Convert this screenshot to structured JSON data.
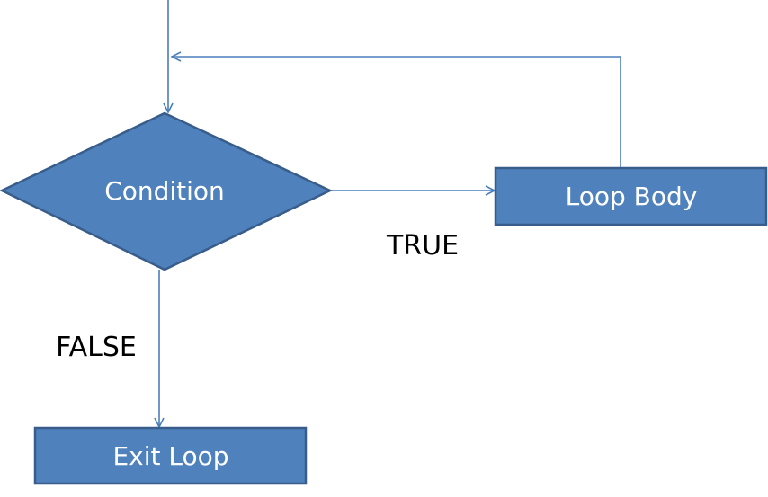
{
  "diagram": {
    "nodes": {
      "condition": "Condition",
      "loop_body": "Loop Body",
      "exit_loop": "Exit Loop"
    },
    "edge_labels": {
      "true": "TRUE",
      "false": "FALSE"
    },
    "colors": {
      "shape_fill": "#4f81bd",
      "shape_stroke": "#385d8a",
      "connector": "#4a7ebb",
      "text_on_shape": "#ffffff",
      "label_text": "#000000"
    }
  }
}
